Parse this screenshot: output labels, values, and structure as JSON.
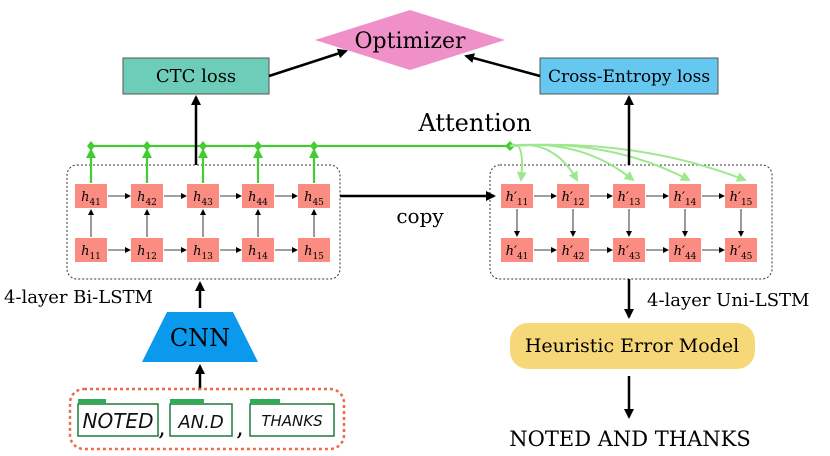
{
  "nodes": {
    "optimizer": "Optimizer",
    "ctc_loss": "CTC loss",
    "ce_loss": "Cross-Entropy loss",
    "attention": "Attention",
    "copy": "copy",
    "cnn": "CNN",
    "bilstm": "4-layer Bi-LSTM",
    "unilstm": "4-layer Uni-LSTM",
    "heuristic": "Heuristic Error Model",
    "output": "NOTED AND THANKS"
  },
  "encoder": {
    "top": [
      {
        "base": "h",
        "sub": "41"
      },
      {
        "base": "h",
        "sub": "42"
      },
      {
        "base": "h",
        "sub": "43"
      },
      {
        "base": "h",
        "sub": "44"
      },
      {
        "base": "h",
        "sub": "45"
      }
    ],
    "bottom": [
      {
        "base": "h",
        "sub": "11"
      },
      {
        "base": "h",
        "sub": "12"
      },
      {
        "base": "h",
        "sub": "13"
      },
      {
        "base": "h",
        "sub": "14"
      },
      {
        "base": "h",
        "sub": "15"
      }
    ]
  },
  "decoder": {
    "top": [
      {
        "base": "h′",
        "sub": "11"
      },
      {
        "base": "h′",
        "sub": "12"
      },
      {
        "base": "h′",
        "sub": "13"
      },
      {
        "base": "h′",
        "sub": "14"
      },
      {
        "base": "h′",
        "sub": "15"
      }
    ],
    "bottom": [
      {
        "base": "h′",
        "sub": "41"
      },
      {
        "base": "h′",
        "sub": "42"
      },
      {
        "base": "h′",
        "sub": "43"
      },
      {
        "base": "h′",
        "sub": "44"
      },
      {
        "base": "h′",
        "sub": "45"
      }
    ]
  },
  "input_words": [
    "NOTED",
    "AN.D",
    "THANKS"
  ],
  "input_separators": [
    ",",
    ","
  ],
  "colors": {
    "optimizer": "#f090c8",
    "ctc": "#6dcdb8",
    "ce": "#66c8f0",
    "cnn": "#0b99ee",
    "heuristic": "#f7d878",
    "cell": "#fa8c82",
    "attention": "#44cc33",
    "attention_light": "#9ee890",
    "input_border": "#f06a4a"
  }
}
